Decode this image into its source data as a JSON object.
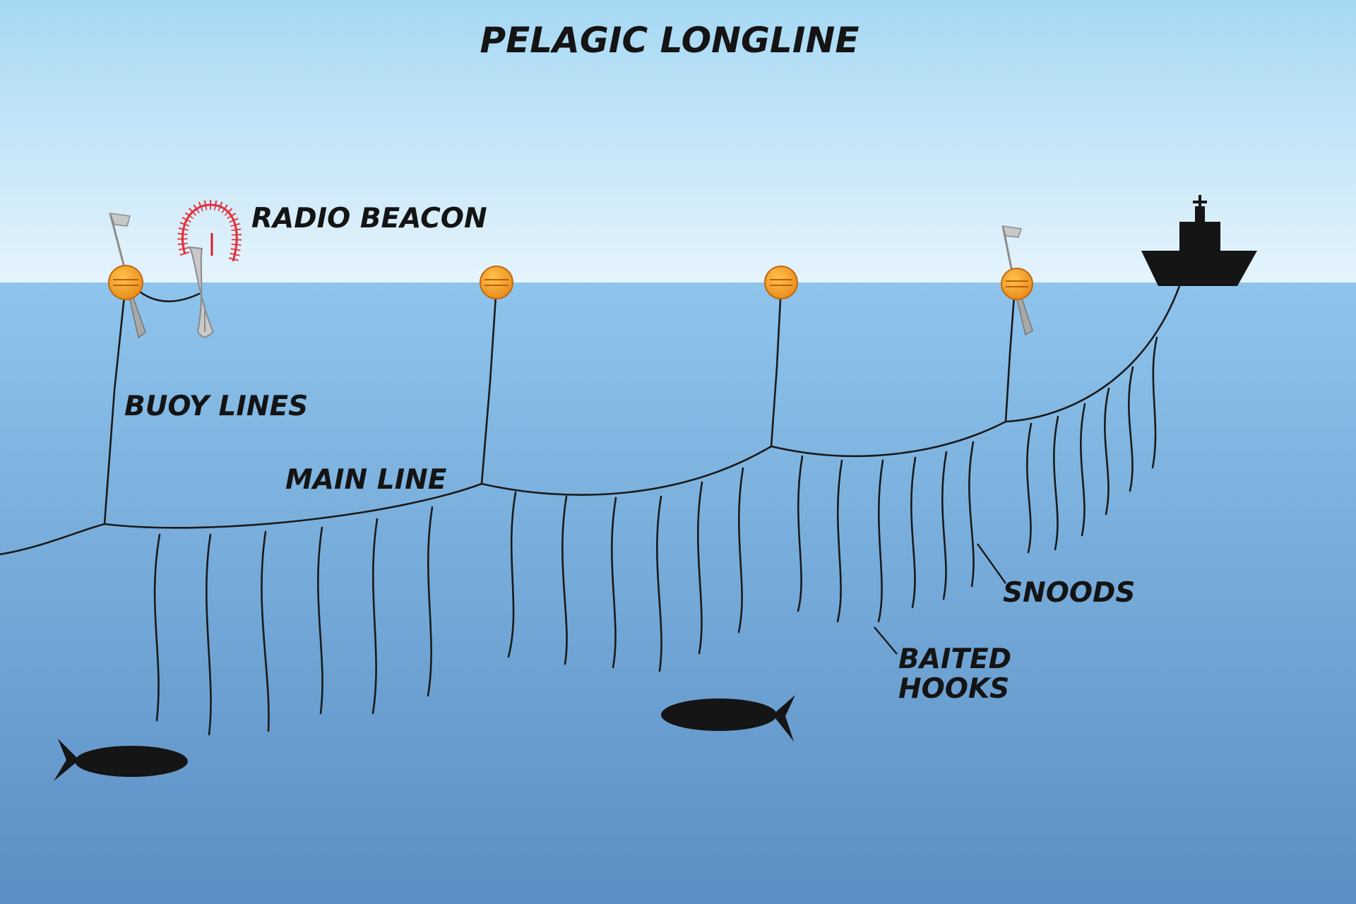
{
  "diagram": {
    "title": "PELAGIC LONGLINE",
    "labels": {
      "radio_beacon": "RADIO BEACON",
      "buoy_lines": "BUOY LINES",
      "main_line": "MAIN LINE",
      "snoods": "SNOODS",
      "baited_hooks_line1": "BAITED",
      "baited_hooks_line2": "HOOKS"
    },
    "icons": {
      "buoy": "buoy-icon",
      "flag": "flag-icon",
      "radio_beacon": "radio-beacon-icon",
      "boat": "fishing-boat-icon",
      "fish": "fish-icon"
    },
    "colors": {
      "sky_top": "#a5d8f4",
      "sky_bottom": "#e6f4fc",
      "sea_top": "#8ec4ec",
      "sea_bottom": "#5b8ec4",
      "buoy": "#f0a02a",
      "beacon": "#e0303a",
      "silhouette": "#151515"
    }
  }
}
